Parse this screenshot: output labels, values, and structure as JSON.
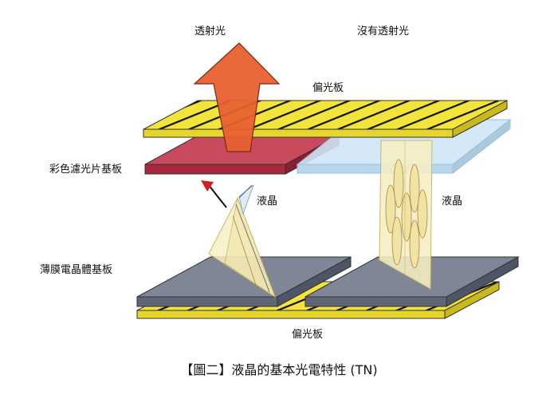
{
  "labels": {
    "light_through": "透射光",
    "no_light_through": "沒有透射光",
    "top_polarizer": "偏光板",
    "color_filter": "彩色濾光片基板",
    "lc_left": "液晶",
    "lc_right": "液晶",
    "tft_substrate": "薄膜電晶體基板",
    "bottom_polarizer": "偏光板"
  },
  "caption": "【圖二】液晶的基本光電特性 (TN)",
  "colors": {
    "polarizer_fill": "#f2e43a",
    "polarizer_stripe": "#111111",
    "color_filter_red": "#c94a5c",
    "color_filter_blue": "#cfe6f6",
    "tft_gray": "#7f8797",
    "arrow_orange": "#e86030",
    "lc_column": "#f6eec4"
  }
}
